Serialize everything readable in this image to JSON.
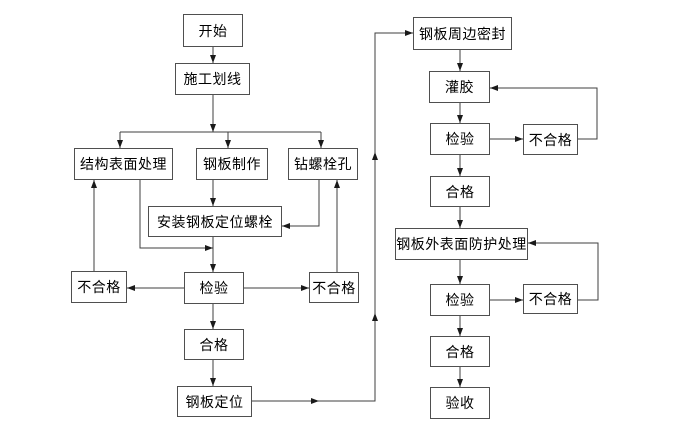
{
  "diagram": {
    "title": "steel-plate-bonding-construction-flowchart",
    "colors": {
      "background": "#ffffff",
      "node_fill": "#ffffff",
      "node_border": "#4f4f4f",
      "connector": "#3f3f3f",
      "arrowhead": "#1a1a1a",
      "text": "#000000"
    },
    "nodes": {
      "start": "开始",
      "marking": "施工划线",
      "surface": "结构表面处理",
      "fabrication": "钢板制作",
      "drilling": "钻螺栓孔",
      "install": "安装钢板定位螺栓",
      "fail1_left": "不合格",
      "inspect1": "检验",
      "fail1_right": "不合格",
      "pass1": "合格",
      "positioning": "钢板定位",
      "seal": "钢板周边密封",
      "glue": "灌胶",
      "inspect2": "检验",
      "fail2": "不合格",
      "pass2": "合格",
      "protection": "钢板外表面防护处理",
      "inspect3": "检验",
      "fail3": "不合格",
      "pass3": "合格",
      "acceptance": "验收"
    },
    "edges": [
      "start -> marking",
      "marking -> surface",
      "marking -> fabrication",
      "marking -> drilling",
      "fabrication -> install",
      "drilling -> install",
      "surface -> inspect1",
      "install -> inspect1",
      "inspect1 -> fail1_left",
      "fail1_left -> surface",
      "inspect1 -> fail1_right",
      "fail1_right -> drilling",
      "inspect1 -> pass1",
      "pass1 -> positioning",
      "positioning -> seal",
      "seal -> glue",
      "glue -> inspect2",
      "inspect2 -> fail2",
      "fail2 -> glue",
      "inspect2 -> pass2",
      "pass2 -> protection",
      "protection -> inspect3",
      "inspect3 -> fail3",
      "fail3 -> protection",
      "inspect3 -> pass3",
      "pass3 -> acceptance"
    ]
  }
}
